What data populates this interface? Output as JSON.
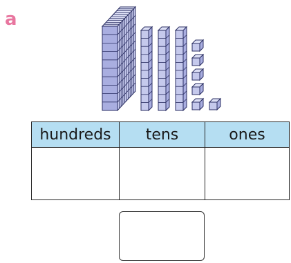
{
  "question": {
    "label": "a"
  },
  "manipulatives": {
    "hundreds_blocks": 1,
    "tens_rods": 3,
    "ones_cubes": 6,
    "color": "#c5c9ec",
    "outline": "#2b2f63"
  },
  "place_value_table": {
    "headers": [
      "hundreds",
      "tens",
      "ones"
    ],
    "values": [
      "",
      "",
      ""
    ],
    "header_color": "#b5def2"
  },
  "answer": {
    "value": ""
  }
}
